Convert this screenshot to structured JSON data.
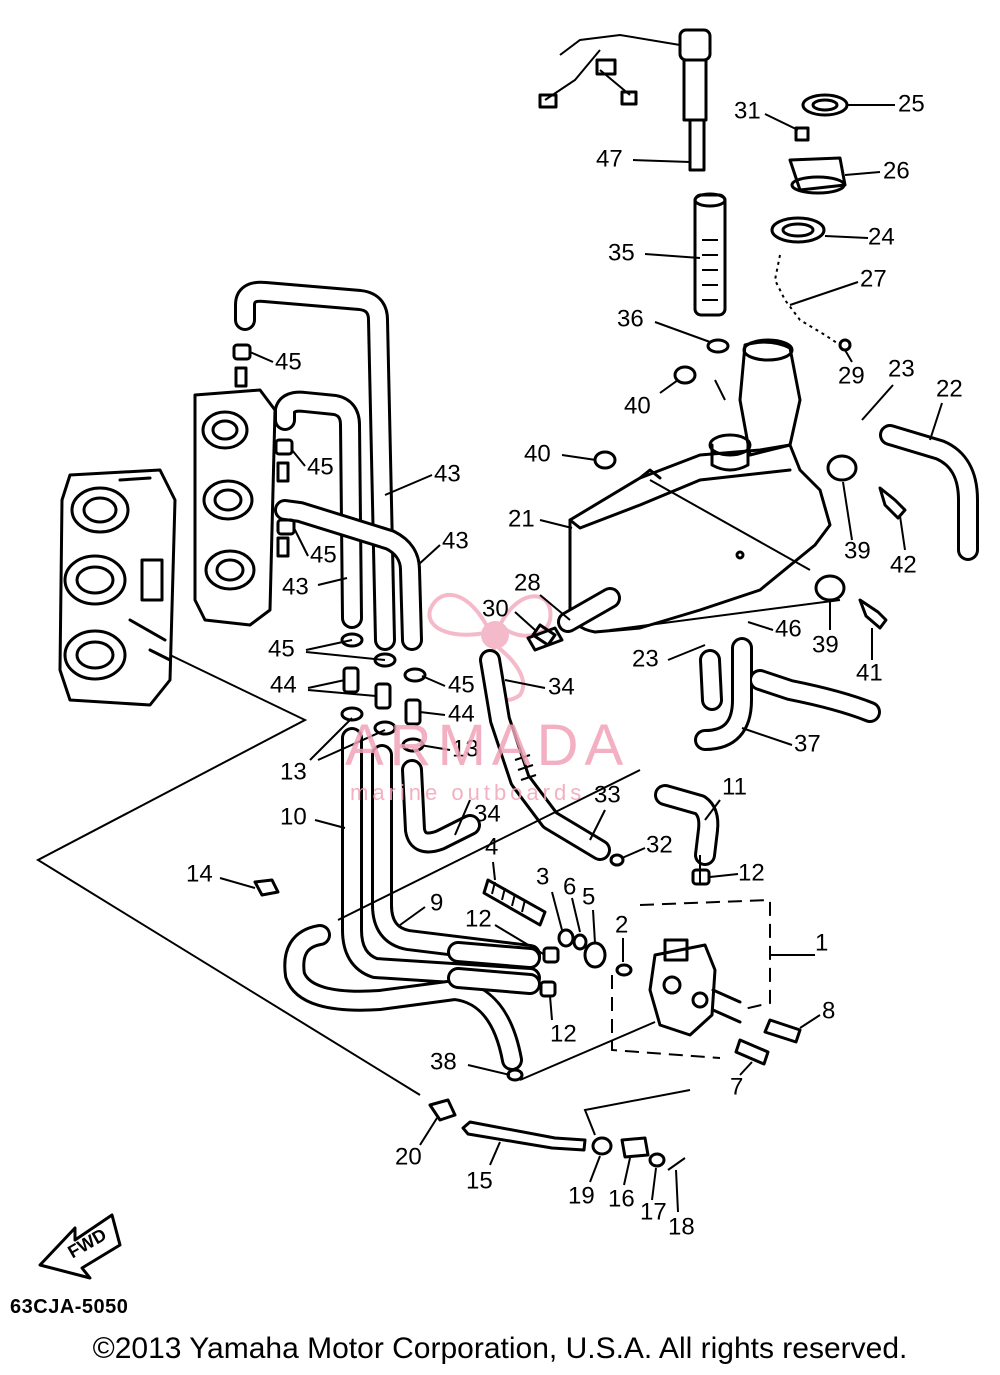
{
  "watermark": {
    "name": "ARMADA",
    "subtitle": "marine outboards",
    "color": "#f2a3b9"
  },
  "drawing_code": "63CJA-5050",
  "copyright": "©2013 Yamaha Motor Corporation, U.S.A. All rights reserved.",
  "fwd_label": "FWD",
  "callouts": [
    {
      "id": "c1",
      "text": "1"
    },
    {
      "id": "c2",
      "text": "2"
    },
    {
      "id": "c3",
      "text": "3"
    },
    {
      "id": "c4",
      "text": "4"
    },
    {
      "id": "c5",
      "text": "5"
    },
    {
      "id": "c6",
      "text": "6"
    },
    {
      "id": "c7",
      "text": "7"
    },
    {
      "id": "c8",
      "text": "8"
    },
    {
      "id": "c9",
      "text": "9"
    },
    {
      "id": "c10",
      "text": "10"
    },
    {
      "id": "c11",
      "text": "11"
    },
    {
      "id": "c12a",
      "text": "12"
    },
    {
      "id": "c12b",
      "text": "12"
    },
    {
      "id": "c12c",
      "text": "12"
    },
    {
      "id": "c13a",
      "text": "13"
    },
    {
      "id": "c13b",
      "text": "13"
    },
    {
      "id": "c14",
      "text": "14"
    },
    {
      "id": "c15",
      "text": "15"
    },
    {
      "id": "c16",
      "text": "16"
    },
    {
      "id": "c17",
      "text": "17"
    },
    {
      "id": "c18",
      "text": "18"
    },
    {
      "id": "c19",
      "text": "19"
    },
    {
      "id": "c20",
      "text": "20"
    },
    {
      "id": "c21",
      "text": "21"
    },
    {
      "id": "c22",
      "text": "22"
    },
    {
      "id": "c23a",
      "text": "23"
    },
    {
      "id": "c23b",
      "text": "23"
    },
    {
      "id": "c24",
      "text": "24"
    },
    {
      "id": "c25",
      "text": "25"
    },
    {
      "id": "c26",
      "text": "26"
    },
    {
      "id": "c27",
      "text": "27"
    },
    {
      "id": "c28",
      "text": "28"
    },
    {
      "id": "c29",
      "text": "29"
    },
    {
      "id": "c30",
      "text": "30"
    },
    {
      "id": "c31",
      "text": "31"
    },
    {
      "id": "c32",
      "text": "32"
    },
    {
      "id": "c33",
      "text": "33"
    },
    {
      "id": "c34a",
      "text": "34"
    },
    {
      "id": "c34b",
      "text": "34"
    },
    {
      "id": "c35",
      "text": "35"
    },
    {
      "id": "c36",
      "text": "36"
    },
    {
      "id": "c37",
      "text": "37"
    },
    {
      "id": "c38",
      "text": "38"
    },
    {
      "id": "c39a",
      "text": "39"
    },
    {
      "id": "c39b",
      "text": "39"
    },
    {
      "id": "c40a",
      "text": "40"
    },
    {
      "id": "c40b",
      "text": "40"
    },
    {
      "id": "c41",
      "text": "41"
    },
    {
      "id": "c42",
      "text": "42"
    },
    {
      "id": "c43a",
      "text": "43"
    },
    {
      "id": "c43b",
      "text": "43"
    },
    {
      "id": "c43c",
      "text": "43"
    },
    {
      "id": "c44a",
      "text": "44"
    },
    {
      "id": "c44b",
      "text": "44"
    },
    {
      "id": "c45a",
      "text": "45"
    },
    {
      "id": "c45b",
      "text": "45"
    },
    {
      "id": "c45c",
      "text": "45"
    },
    {
      "id": "c45d",
      "text": "45"
    },
    {
      "id": "c45e",
      "text": "45"
    },
    {
      "id": "c46",
      "text": "46"
    },
    {
      "id": "c47",
      "text": "47"
    }
  ]
}
